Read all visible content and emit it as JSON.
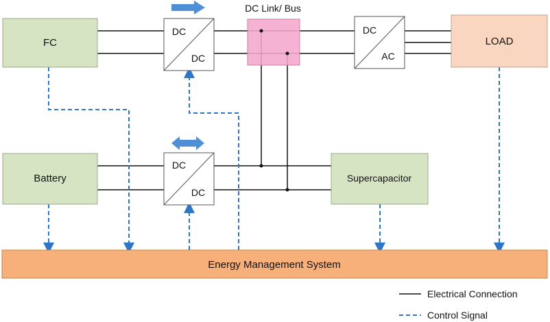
{
  "blocks": {
    "fc": "FC",
    "battery": "Battery",
    "load": "LOAD",
    "supercapacitor": "Supercapacitor",
    "dc_link": "DC Link/ Bus",
    "ems": "Energy Management System"
  },
  "converters": {
    "top_dcdc": {
      "in": "DC",
      "out": "DC"
    },
    "bottom_dcdc": {
      "in": "DC",
      "out": "DC"
    },
    "dcac": {
      "in": "DC",
      "out": "AC"
    }
  },
  "legend": {
    "electrical": "Electrical Connection",
    "control": "Control Signal"
  },
  "colors": {
    "green_fill": "#d6e4c4",
    "green_stroke": "#9aaa88",
    "load_fill": "#f8d6c0",
    "load_stroke": "#c0a090",
    "dc_link_fill": "#f4a7cc",
    "dc_link_stroke": "#d27aa6",
    "ems_fill": "#f8b07a",
    "ems_stroke": "#c8843f",
    "control_line": "#2e75c8",
    "arrow_fill": "#4f8fd6"
  }
}
